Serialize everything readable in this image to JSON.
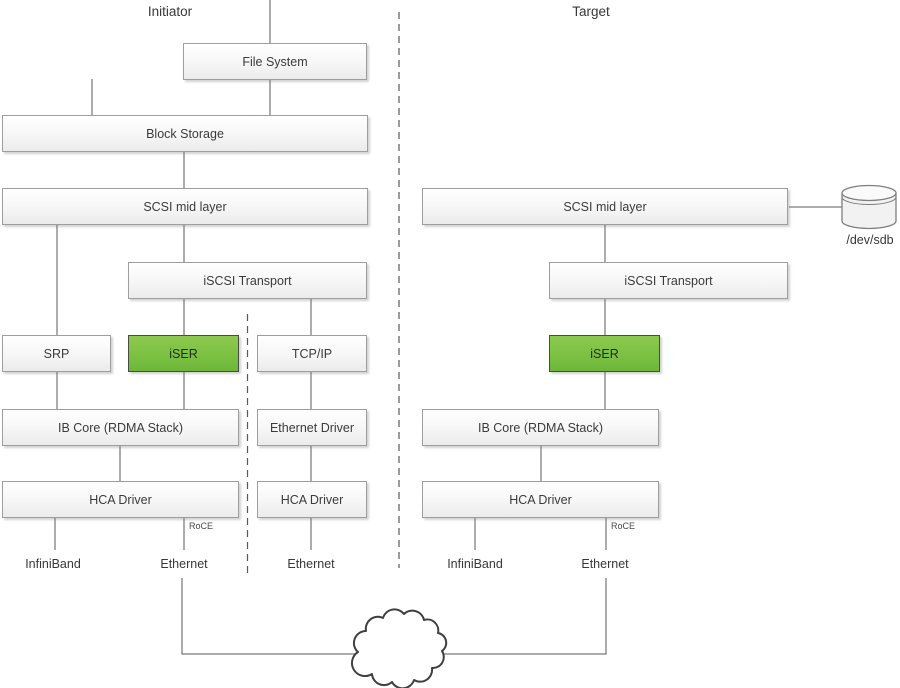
{
  "titles": {
    "initiator": "Initiator",
    "target": "Target"
  },
  "initiator": {
    "file_system": "File System",
    "block_storage": "Block Storage",
    "scsi_mid_layer": "SCSI mid layer",
    "iscsi_transport": "iSCSI Transport",
    "srp": "SRP",
    "iser": "iSER",
    "tcp_ip": "TCP/IP",
    "ib_core": "IB Core (RDMA Stack)",
    "ethernet_driver": "Ethernet Driver",
    "hca_driver_rdma": "HCA Driver",
    "hca_driver_eth": "HCA Driver",
    "roce": "RoCE",
    "port_infiniband": "InfiniBand",
    "port_ethernet_roce": "Ethernet",
    "port_ethernet_tcp": "Ethernet"
  },
  "target": {
    "scsi_mid_layer": "SCSI mid layer",
    "iscsi_transport": "iSCSI Transport",
    "iser": "iSER",
    "ib_core": "IB Core (RDMA Stack)",
    "hca_driver": "HCA Driver",
    "roce": "RoCE",
    "port_infiniband": "InfiniBand",
    "port_ethernet": "Ethernet",
    "device": "/dev/sdb"
  },
  "icons": {
    "cloud": "network-cloud",
    "cylinder": "disk-cylinder"
  },
  "colors": {
    "iser_fill_top": "#8cc94e",
    "iser_fill_bottom": "#6db63a",
    "box_fill": "#f3f3f3",
    "box_border": "#9e9e9e",
    "line": "#595959",
    "cloud_stroke": "#3f3f3f"
  }
}
